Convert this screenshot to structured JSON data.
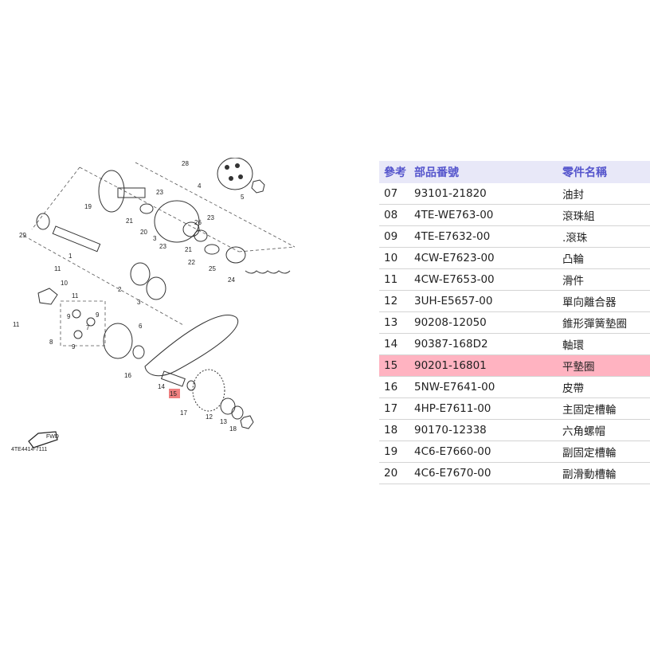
{
  "diagram": {
    "code": "4TE4414-7111",
    "fwd_label": "FWD",
    "highlight_color": "#f08080",
    "callouts": [
      "28",
      "4",
      "19",
      "23",
      "5",
      "21",
      "20",
      "23",
      "3",
      "26",
      "23",
      "21",
      "22",
      "25",
      "24",
      "29",
      "1",
      "2",
      "3",
      "10",
      "11",
      "9",
      "11",
      "9",
      "8",
      "7",
      "6",
      "9",
      "16",
      "14",
      "15",
      "17",
      "12",
      "13",
      "18"
    ]
  },
  "parts_table": {
    "headers": [
      "參考",
      "部品番號",
      "零件名稱"
    ],
    "header_color": "#5555cc",
    "highlight_bg": "#ffb3c1",
    "rows": [
      {
        "ref": "07",
        "part_no": "93101-21820",
        "name": "油封",
        "highlight": false
      },
      {
        "ref": "08",
        "part_no": "4TE-WE763-00",
        "name": "滾珠組",
        "highlight": false
      },
      {
        "ref": "09",
        "part_no": "4TE-E7632-00",
        "name": ".滾珠",
        "highlight": false
      },
      {
        "ref": "10",
        "part_no": "4CW-E7623-00",
        "name": "凸輪",
        "highlight": false
      },
      {
        "ref": "11",
        "part_no": "4CW-E7653-00",
        "name": "滑件",
        "highlight": false
      },
      {
        "ref": "12",
        "part_no": "3UH-E5657-00",
        "name": "單向離合器",
        "highlight": false
      },
      {
        "ref": "13",
        "part_no": "90208-12050",
        "name": "錐形彈簧墊圈",
        "highlight": false
      },
      {
        "ref": "14",
        "part_no": "90387-168D2",
        "name": "軸環",
        "highlight": false
      },
      {
        "ref": "15",
        "part_no": "90201-16801",
        "name": "平墊圈",
        "highlight": true
      },
      {
        "ref": "16",
        "part_no": "5NW-E7641-00",
        "name": "皮帶",
        "highlight": false
      },
      {
        "ref": "17",
        "part_no": "4HP-E7611-00",
        "name": "主固定槽輪",
        "highlight": false
      },
      {
        "ref": "18",
        "part_no": "90170-12338",
        "name": "六角螺帽",
        "highlight": false
      },
      {
        "ref": "19",
        "part_no": "4C6-E7660-00",
        "name": "副固定槽輪",
        "highlight": false
      },
      {
        "ref": "20",
        "part_no": "4C6-E7670-00",
        "name": "副滑動槽輪",
        "highlight": false
      }
    ]
  }
}
